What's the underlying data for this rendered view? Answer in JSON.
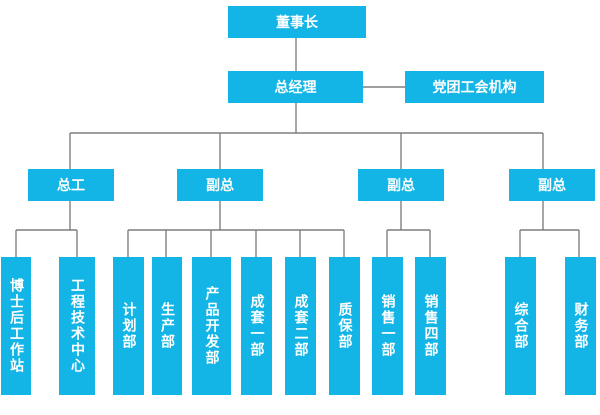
{
  "chairman": "董事长",
  "general_manager": "总经理",
  "party_org": "党团工会机构",
  "level2": [
    "总工",
    "副总",
    "副总",
    "副总"
  ],
  "departments": {
    "postdoc": "博士后工作站",
    "engineering": "工程技术中心",
    "planning": "计划部",
    "production": "生产部",
    "product_dev": "产品开发部",
    "assembly1": "成套一部",
    "assembly2": "成套二部",
    "quality": "质保部",
    "sales1": "销售一部",
    "sales4": "销售四部",
    "general": "综合部",
    "finance": "财务部"
  },
  "colors": {
    "box": "#12b5e6",
    "line": "#7f7f7f",
    "text": "#ffffff"
  }
}
